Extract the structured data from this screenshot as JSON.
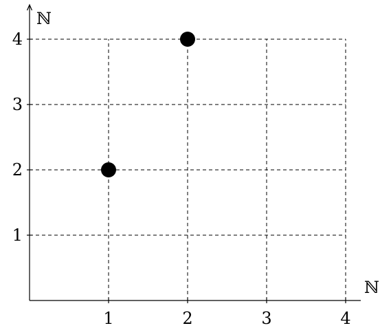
{
  "chart_data": {
    "type": "scatter",
    "xlabel": "ℕ",
    "ylabel": "ℕ",
    "xlim": [
      0,
      4
    ],
    "ylim": [
      0,
      4
    ],
    "x_ticks": [
      "1",
      "2",
      "3",
      "4"
    ],
    "y_ticks": [
      "1",
      "2",
      "3",
      "4"
    ],
    "grid": true,
    "points": [
      {
        "x": 1,
        "y": 2
      },
      {
        "x": 2,
        "y": 4
      }
    ],
    "point_color": "#000000",
    "grid_color": "#000000"
  }
}
